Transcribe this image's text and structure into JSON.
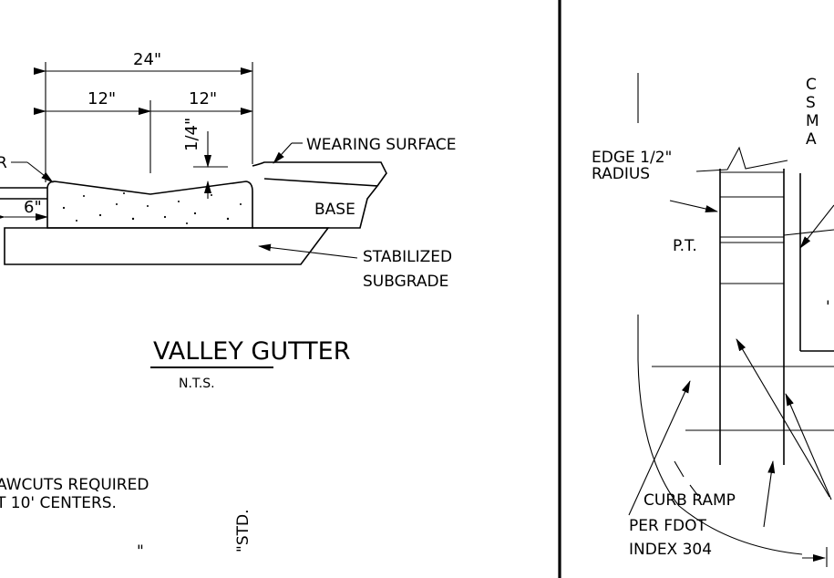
{
  "valley_gutter": {
    "dim_total": "24\"",
    "dim_half_left": "12\"",
    "dim_half_right": "12\"",
    "dim_depth": "1/4\"",
    "dim_edge": "6\"",
    "left_label_fragment": "R",
    "label_wearing_surface": "WEARING SURFACE",
    "label_base": "BASE",
    "label_stabilized_line1": "STABILIZED",
    "label_stabilized_line2": "SUBGRADE",
    "title": "VALLEY GUTTER",
    "scale": "N.T.S.",
    "note_line1": "AWCUTS REQUIRED",
    "note_line2": "T 10' CENTERS.",
    "partial_std": "\"STD.",
    "partial_quote": "\""
  },
  "curb_ramp": {
    "label_edge_line1": "EDGE 1/2\"",
    "label_edge_line2": "RADIUS",
    "label_pt": "P.T.",
    "label_curb_line1": "CURB RAMP",
    "label_curb_line2": "PER FDOT",
    "label_curb_line3": "INDEX 304",
    "cut_letters": [
      "C",
      "S",
      "M",
      "A"
    ],
    "partial_tick": "'"
  }
}
